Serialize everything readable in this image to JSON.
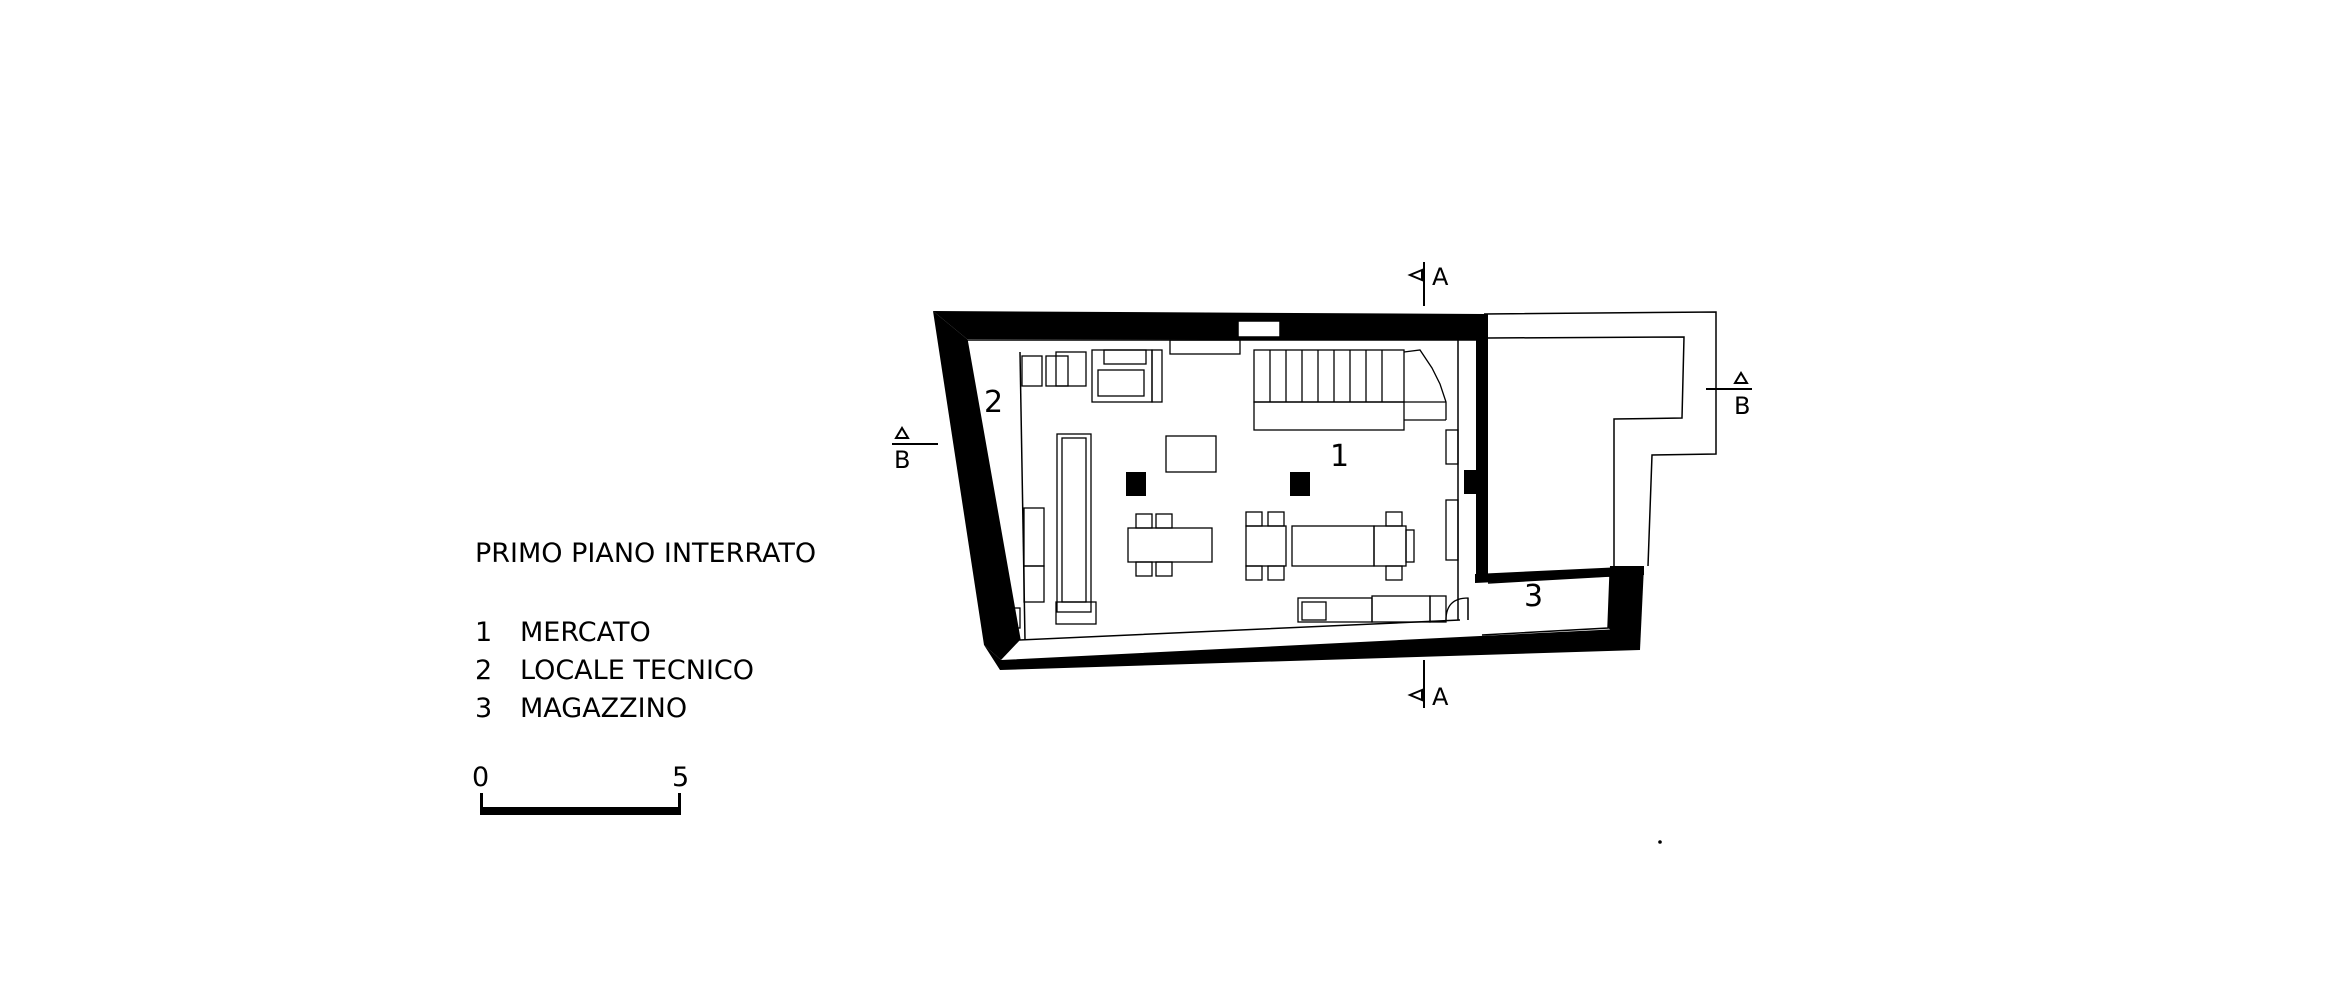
{
  "plan": {
    "title": "PRIMO PIANO INTERRATO",
    "rooms": [
      {
        "number": "1",
        "name": "MERCATO"
      },
      {
        "number": "2",
        "name": "LOCALE TECNICO"
      },
      {
        "number": "3",
        "name": "MAGAZZINO"
      }
    ],
    "room_tags": [
      "1",
      "2",
      "3"
    ],
    "sections": {
      "a_top": "A",
      "a_bottom": "A",
      "b_left": "B",
      "b_right": "B"
    },
    "scale": {
      "start": "0",
      "end": "5"
    }
  }
}
